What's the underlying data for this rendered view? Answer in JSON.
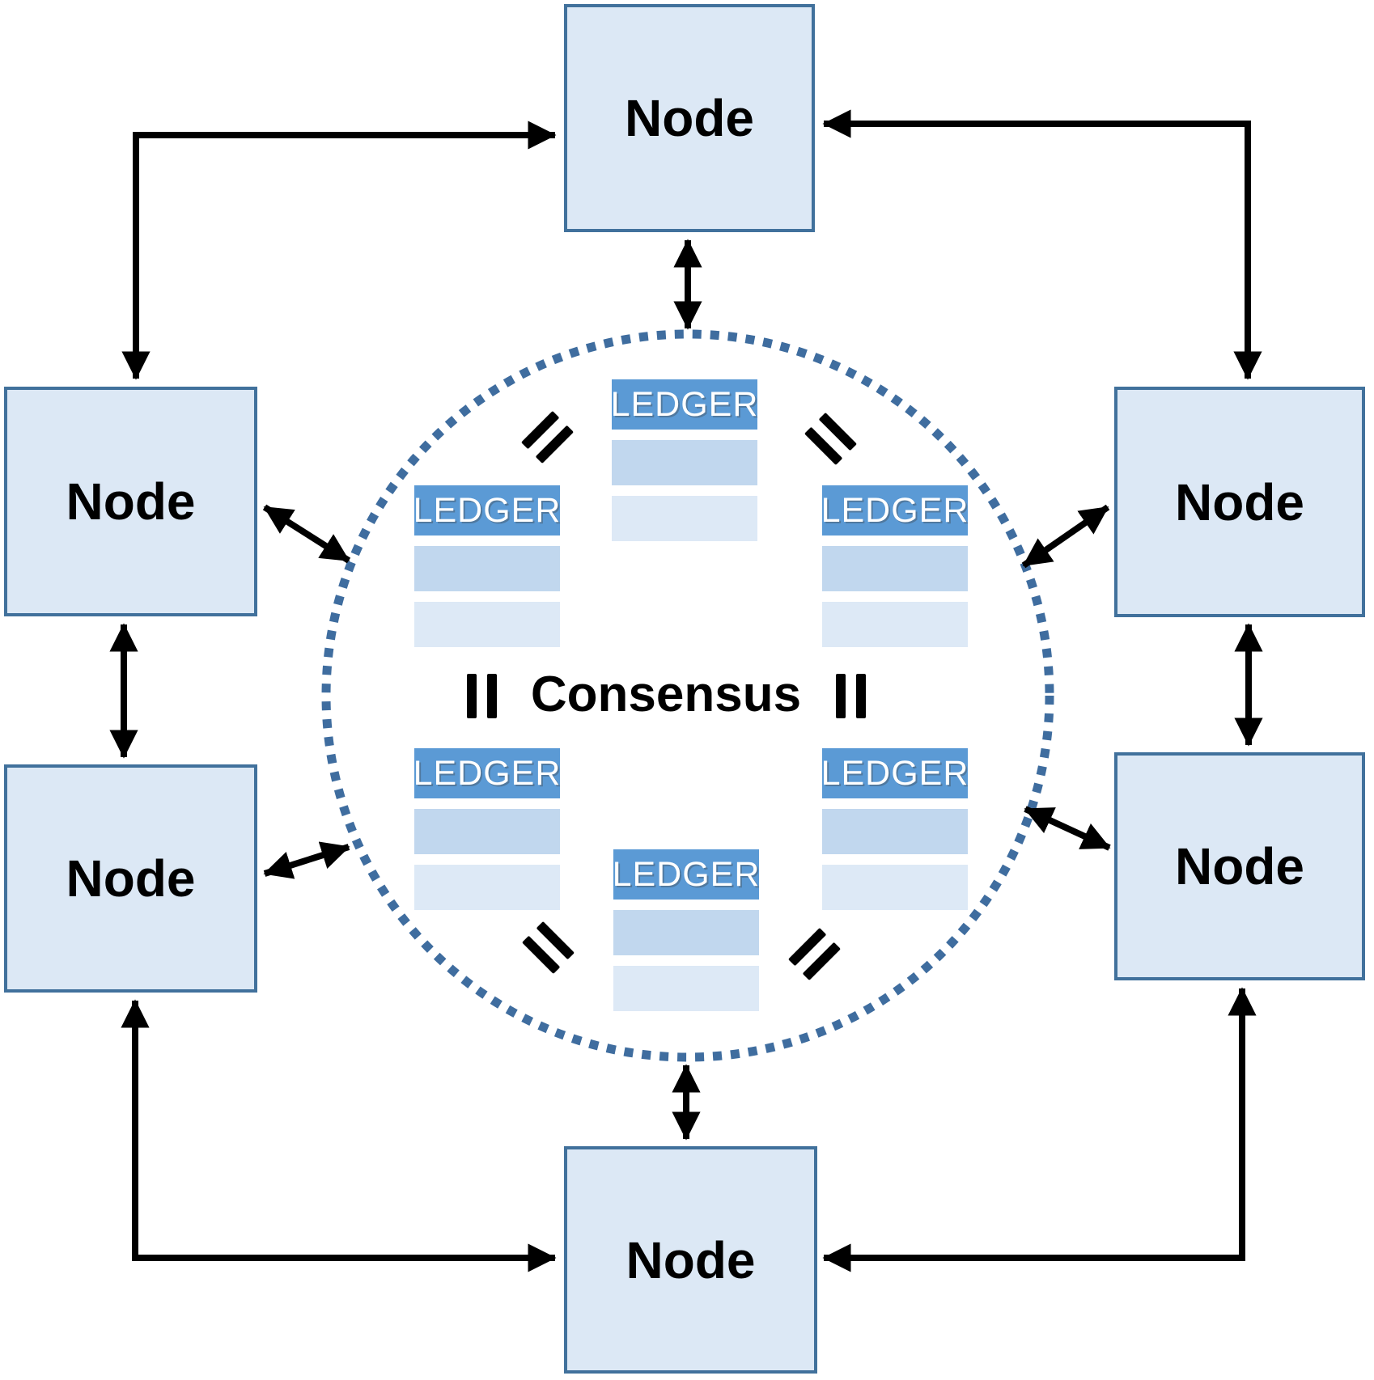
{
  "diagram": {
    "kind": "peer-to-peer blockchain consensus network",
    "node_count": 6,
    "ledger_count": 6
  },
  "nodes": [
    {
      "position": "top",
      "label": "Node"
    },
    {
      "position": "upper-left",
      "label": "Node"
    },
    {
      "position": "upper-right",
      "label": "Node"
    },
    {
      "position": "lower-left",
      "label": "Node"
    },
    {
      "position": "lower-right",
      "label": "Node"
    },
    {
      "position": "bottom",
      "label": "Node"
    }
  ],
  "consensus": {
    "label": "Consensus",
    "equals_symbol": "=",
    "equals_count": 6
  },
  "ledgers": [
    {
      "position": "top",
      "label": "LEDGER",
      "rows": 2
    },
    {
      "position": "upper-left",
      "label": "LEDGER",
      "rows": 2
    },
    {
      "position": "upper-right",
      "label": "LEDGER",
      "rows": 2
    },
    {
      "position": "lower-left",
      "label": "LEDGER",
      "rows": 2
    },
    {
      "position": "lower-right",
      "label": "LEDGER",
      "rows": 2
    },
    {
      "position": "bottom",
      "label": "LEDGER",
      "rows": 2
    }
  ],
  "colors": {
    "node_fill": "#dce8f5",
    "node_border": "#41719c",
    "ledger_header": "#5b9ad5",
    "ledger_row1": "#c1d7ee",
    "ledger_row2": "#dde9f6",
    "dot_color": "#3f6d9f",
    "arrow_color": "#000000",
    "text_color": "#000000"
  }
}
